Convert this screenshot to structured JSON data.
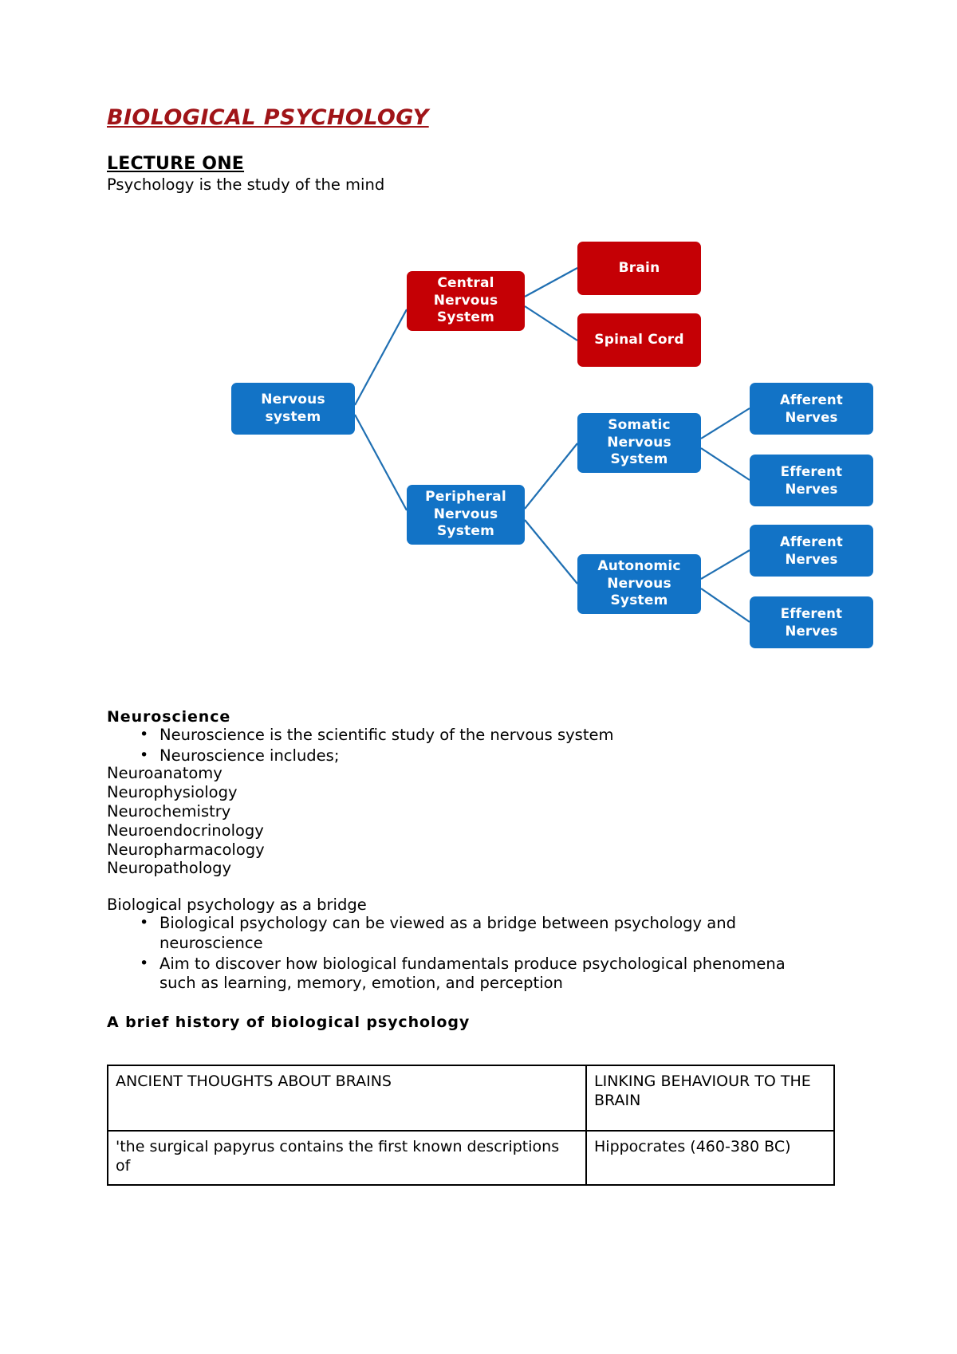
{
  "document": {
    "title": "BIOLOGICAL PSYCHOLOGY",
    "lecture_heading": "LECTURE ONE",
    "lecture_subtitle": "Psychology is the study of the mind"
  },
  "colors": {
    "title_red": "#A01418",
    "node_blue": "#1273C6",
    "node_red": "#C50005",
    "connector_blue": "#1F6FB2",
    "text_black": "#000000"
  },
  "diagram": {
    "name": "nervous-system-hierarchy",
    "nodes": {
      "nervous_system": "Nervous system",
      "central_nervous_system": "Central Nervous System",
      "brain": "Brain",
      "spinal_cord": "Spinal Cord",
      "peripheral_nervous_system": "Peripheral Nervous System",
      "somatic_nervous_system": "Somatic Nervous System",
      "autonomic_nervous_system": "Autonomic Nervous System",
      "somatic_afferent": "Afferent Nerves",
      "somatic_efferent": "Efferent Nerves",
      "autonomic_afferent": "Afferent Nerves",
      "autonomic_efferent": "Efferent Nerves"
    }
  },
  "neuroscience": {
    "heading": "Neuroscience",
    "bullets": [
      "Neuroscience is the scientific study of the nervous system",
      "Neuroscience includes;"
    ],
    "disciplines": [
      "Neuroanatomy",
      "Neurophysiology",
      "Neurochemistry",
      "Neuroendocrinology",
      "Neuropharmacology",
      "Neuropathology"
    ]
  },
  "bridge": {
    "heading": "Biological psychology as a bridge",
    "bullets": [
      "Biological psychology can be viewed as a bridge between psychology and neuroscience",
      "Aim to discover how biological fundamentals produce psychological phenomena such as learning, memory, emotion, and perception"
    ]
  },
  "history": {
    "heading": "A brief history of biological psychology",
    "table": {
      "columns": [
        "ANCIENT THOUGHTS ABOUT BRAINS",
        "LINKING BEHAVIOUR TO THE BRAIN"
      ],
      "rows": [
        [
          "'the surgical papyrus contains the first known descriptions of",
          "Hippocrates (460-380 BC)"
        ]
      ]
    }
  }
}
